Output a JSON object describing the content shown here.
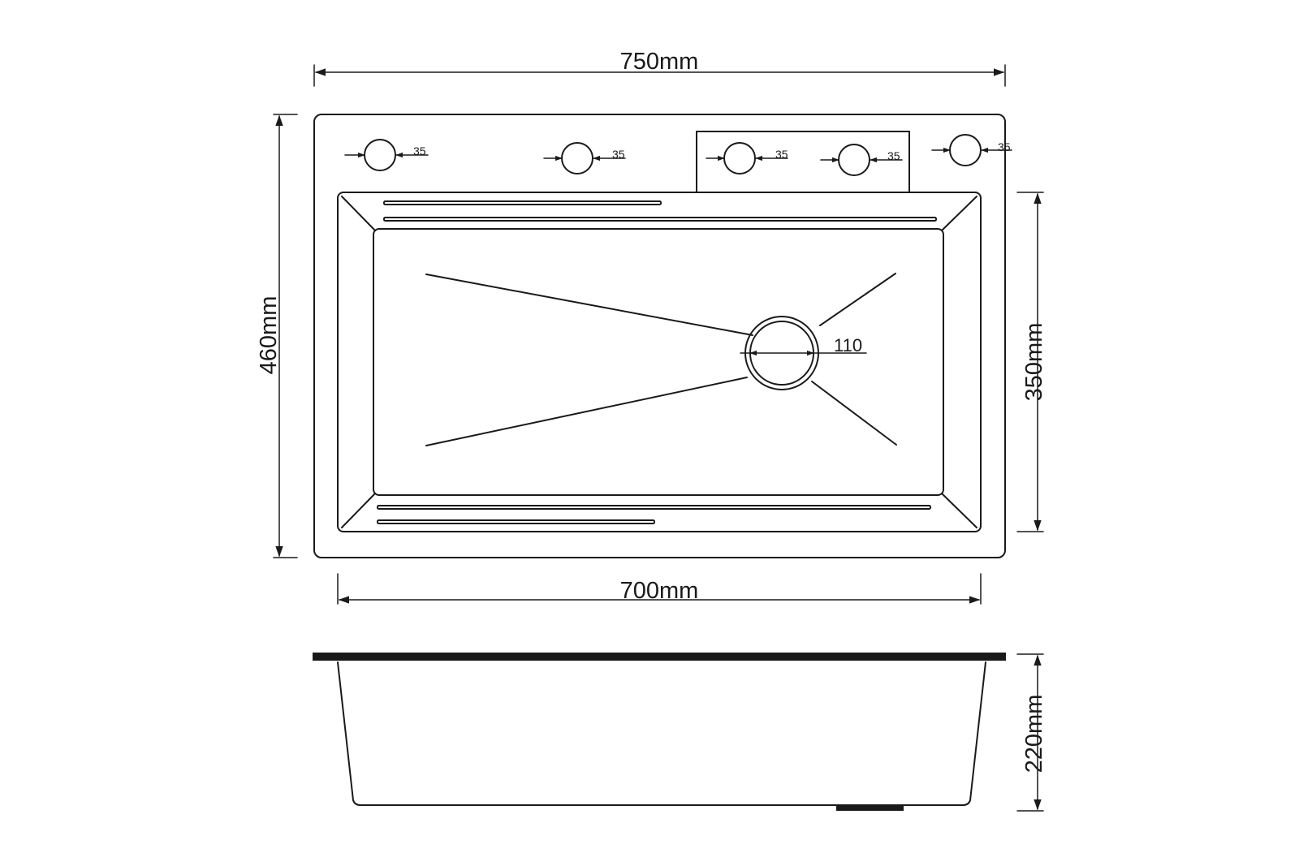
{
  "dimensions": {
    "top_width": "750mm",
    "inner_width": "700mm",
    "total_depth": "460mm",
    "bowl_depth": "350mm",
    "height": "220mm"
  },
  "holes": [
    {
      "label": "35"
    },
    {
      "label": "35"
    },
    {
      "label": "35"
    },
    {
      "label": "35"
    },
    {
      "label": "35"
    }
  ],
  "drain": {
    "label": "110"
  },
  "colors": {
    "line": "#1a1a1a",
    "background": "#ffffff"
  }
}
